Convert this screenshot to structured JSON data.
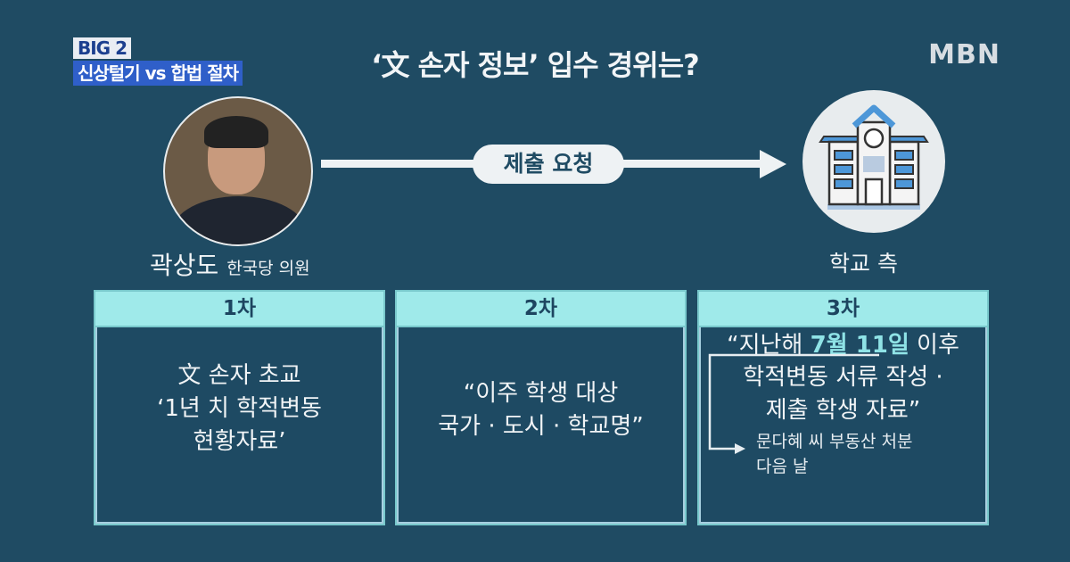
{
  "badge": {
    "top": "BIG 2",
    "bottom": "신상털기 vs 합법 절차"
  },
  "title": "‘文 손자 정보’ 입수 경위는?",
  "logo": "MBN",
  "left_person": {
    "name": "곽상도",
    "role": "한국당 의원"
  },
  "arrow_label": "제출 요청",
  "right_label": "학교 측",
  "colors": {
    "background": "#1f4b63",
    "header": "#9feaea",
    "highlight": "#8fe3e6",
    "badge": "#2f5fc9"
  },
  "boxes": [
    {
      "header": "1차",
      "lines": [
        "文 손자 초교",
        "‘1년 치 학적변동",
        "현황자료’"
      ]
    },
    {
      "header": "2차",
      "lines": [
        "“이주 학생 대상",
        "국가 · 도시 · 학교명”"
      ]
    },
    {
      "header": "3차",
      "line1_pre": "“지난해 ",
      "line1_hl": "7월 11일",
      "line1_post": " 이후",
      "line2": "학적변동 서류 작성 ·",
      "line3": "제출 학생 자료”",
      "note1": "문다혜 씨 부동산 처분",
      "note2": "다음 날"
    }
  ]
}
